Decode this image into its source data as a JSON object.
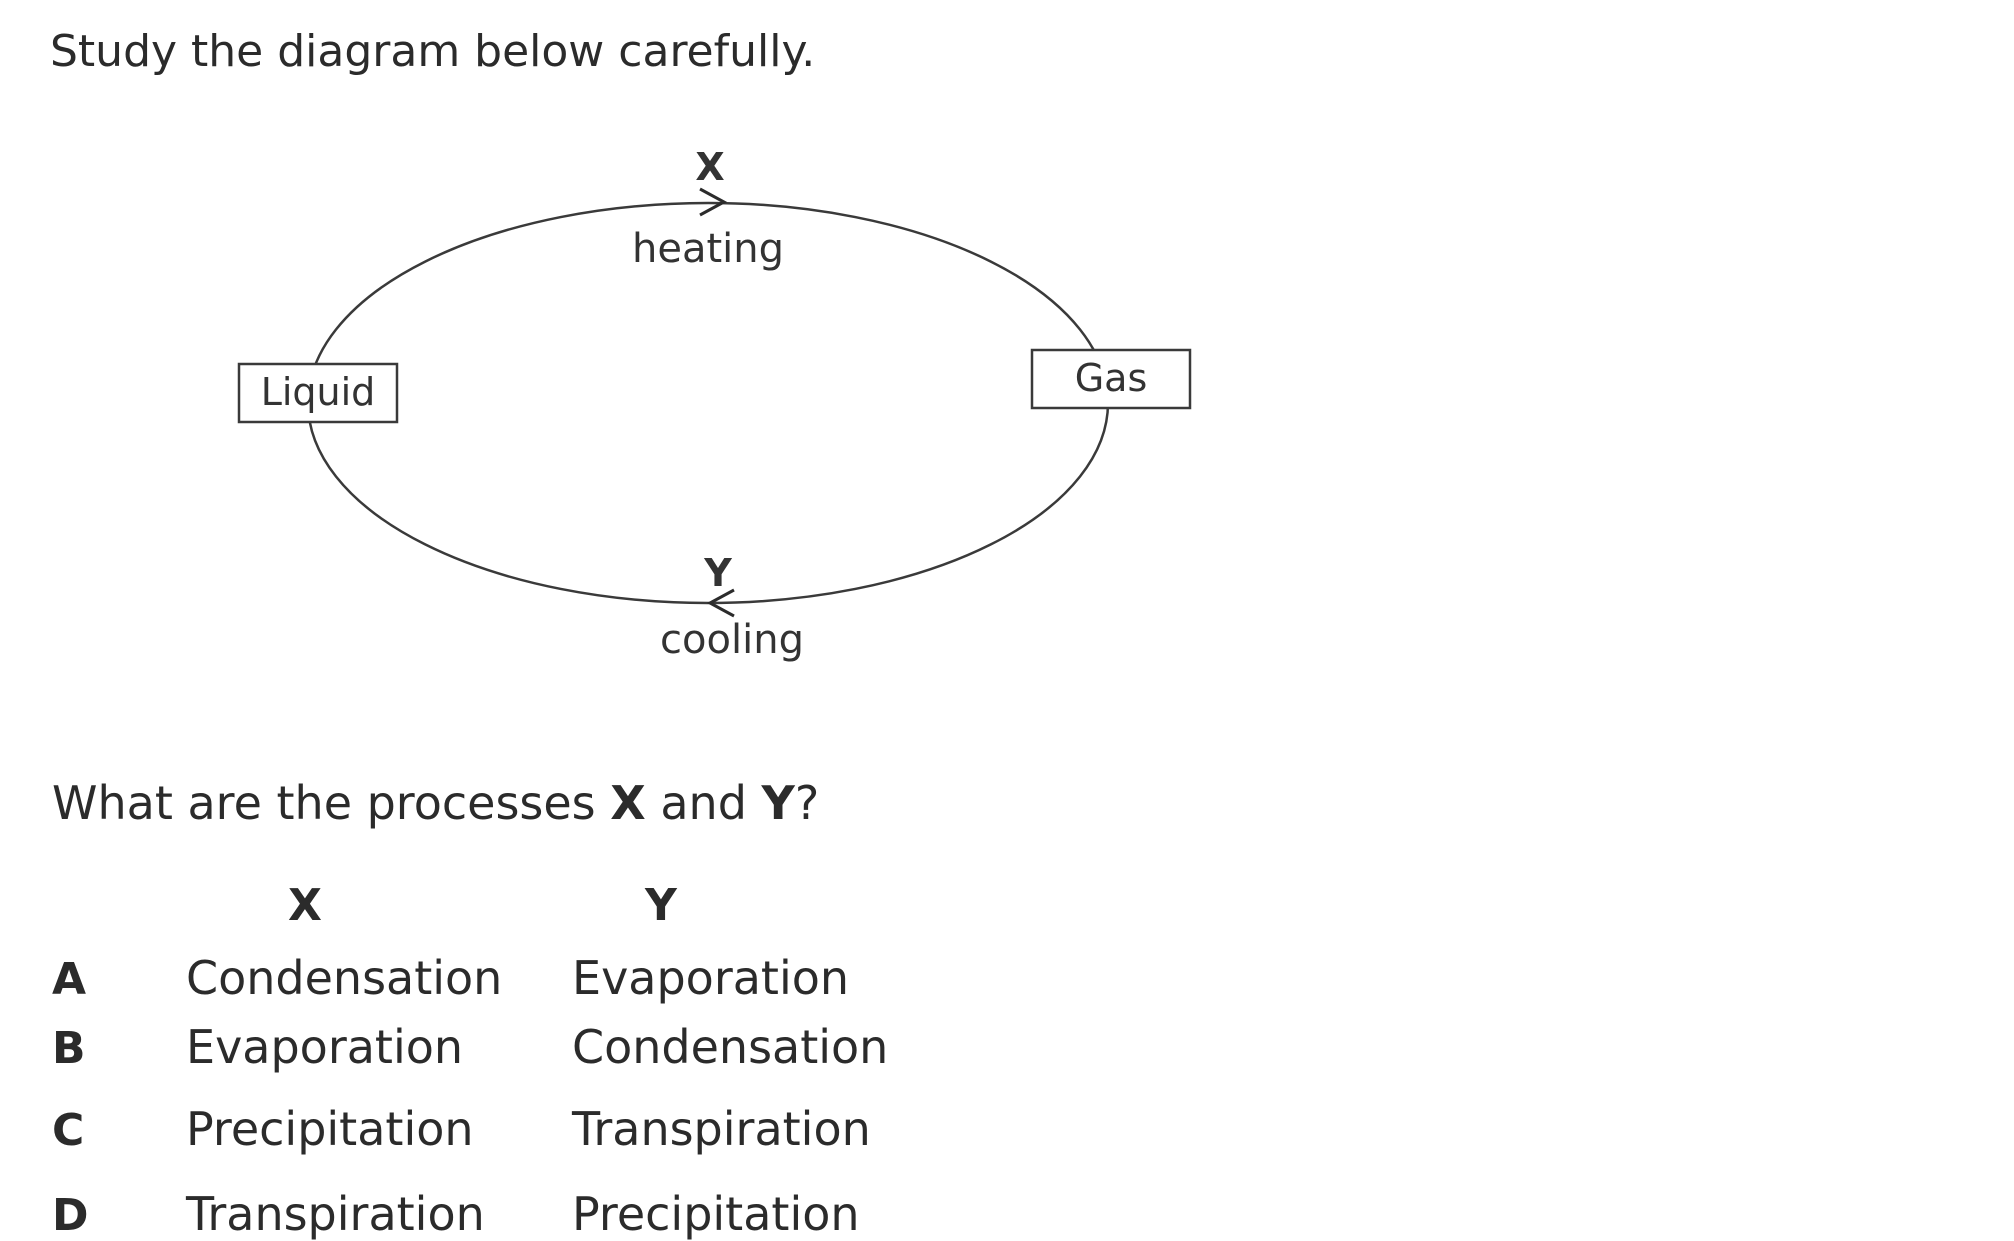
{
  "instruction": "Study the diagram below carefully.",
  "diagram": {
    "nodes": {
      "liquid": "Liquid",
      "gas": "Gas"
    },
    "processes": {
      "top_marker": "X",
      "top_label": "heating",
      "bottom_marker": "Y",
      "bottom_label": "cooling"
    }
  },
  "question": {
    "prefix": "What are the processes ",
    "x": "X",
    "middle": " and ",
    "y": "Y",
    "suffix": "?"
  },
  "table": {
    "headers": [
      "X",
      "Y"
    ],
    "options": [
      {
        "letter": "A",
        "x": "Condensation",
        "y": "Evaporation"
      },
      {
        "letter": "B",
        "x": "Evaporation",
        "y": "Condensation"
      },
      {
        "letter": "C",
        "x": "Precipitation",
        "y": "Transpiration"
      },
      {
        "letter": "D",
        "x": "Transpiration",
        "y": "Precipitation"
      }
    ]
  }
}
